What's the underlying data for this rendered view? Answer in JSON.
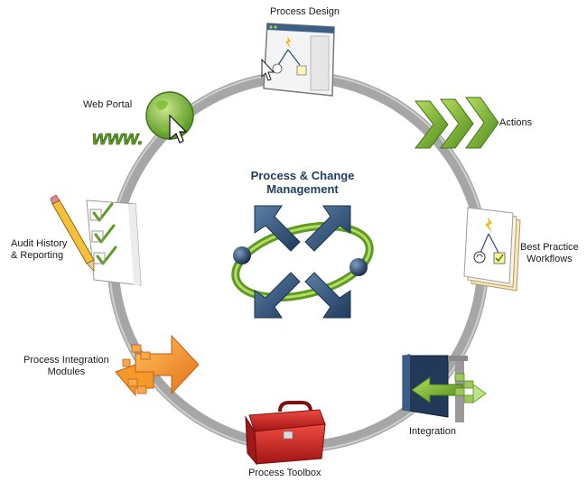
{
  "title_line1": "Process & Change",
  "title_line2": "Management",
  "nodes": {
    "process_design": {
      "label": "Process Design",
      "icon": "process-design-window-icon"
    },
    "actions": {
      "label": "Actions",
      "icon": "green-chevrons-icon"
    },
    "best_practice": {
      "label_line1": "Best Practice",
      "label_line2": "Workflows",
      "icon": "workflow-documents-icon"
    },
    "integration": {
      "label": "Integration",
      "icon": "door-arrow-icon"
    },
    "process_toolbox": {
      "label": "Process Toolbox",
      "icon": "red-toolbox-icon"
    },
    "process_integration_modules": {
      "label_line1": "Process Integration",
      "label_line2": "Modules",
      "icon": "orange-puzzle-arrow-icon"
    },
    "audit_history": {
      "label_line1": "Audit History",
      "label_line2": "& Reporting",
      "icon": "checklist-pencil-icon"
    },
    "web_portal": {
      "label": "Web Portal",
      "icon_text": "www.",
      "icon": "globe-cursor-icon"
    }
  },
  "colors": {
    "ring": "#a5a5a5",
    "title": "#1f3d5e",
    "green": "#6aa32c",
    "navy": "#2a4a6e",
    "red": "#d42a2a",
    "orange": "#f08a1c"
  }
}
